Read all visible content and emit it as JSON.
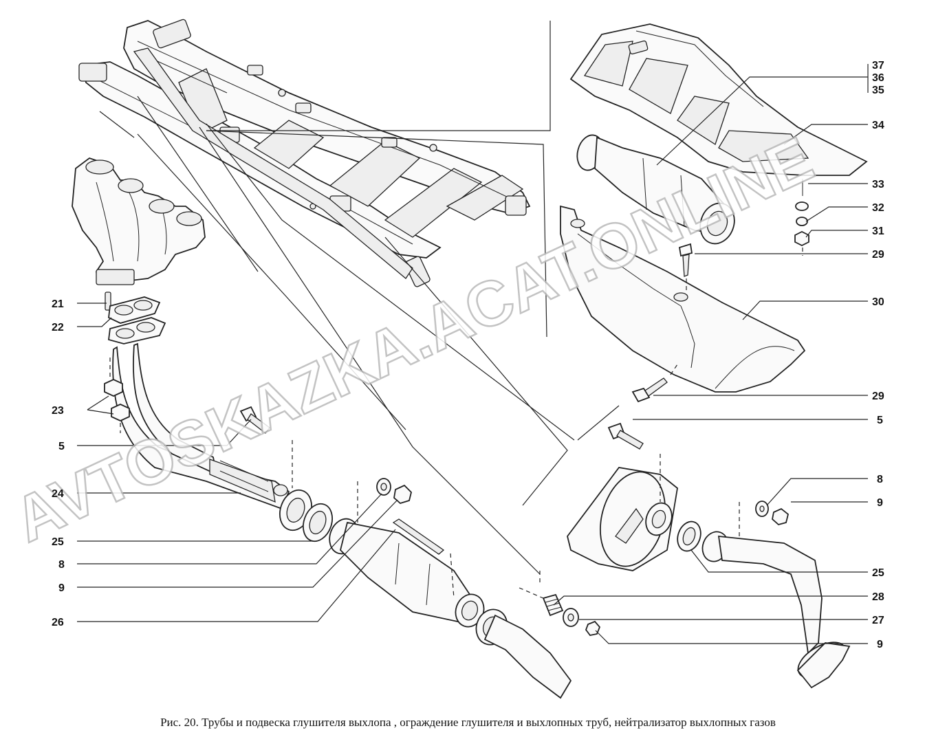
{
  "caption": "Рис. 20. Трубы и подвеска глушителя выхлопа  , ограждение глушителя и выхлопных труб, нейтрализатор выхлопных газов",
  "watermark": "AVTOSKAZKA.ACAT.ONLINE",
  "labels": {
    "l37": "37",
    "l36": "36",
    "l35": "35",
    "l34": "34",
    "l33": "33",
    "l32": "32",
    "l31": "31",
    "l29a": "29",
    "l30": "30",
    "l29b": "29",
    "l5r": "5",
    "l8r": "8",
    "l9r": "9",
    "l25r": "25",
    "l28": "28",
    "l27": "27",
    "l9b": "9",
    "l21": "21",
    "l22": "22",
    "l23": "23",
    "l5l": "5",
    "l24": "24",
    "l25l": "25",
    "l8l": "8",
    "l9l": "9",
    "l26": "26"
  }
}
